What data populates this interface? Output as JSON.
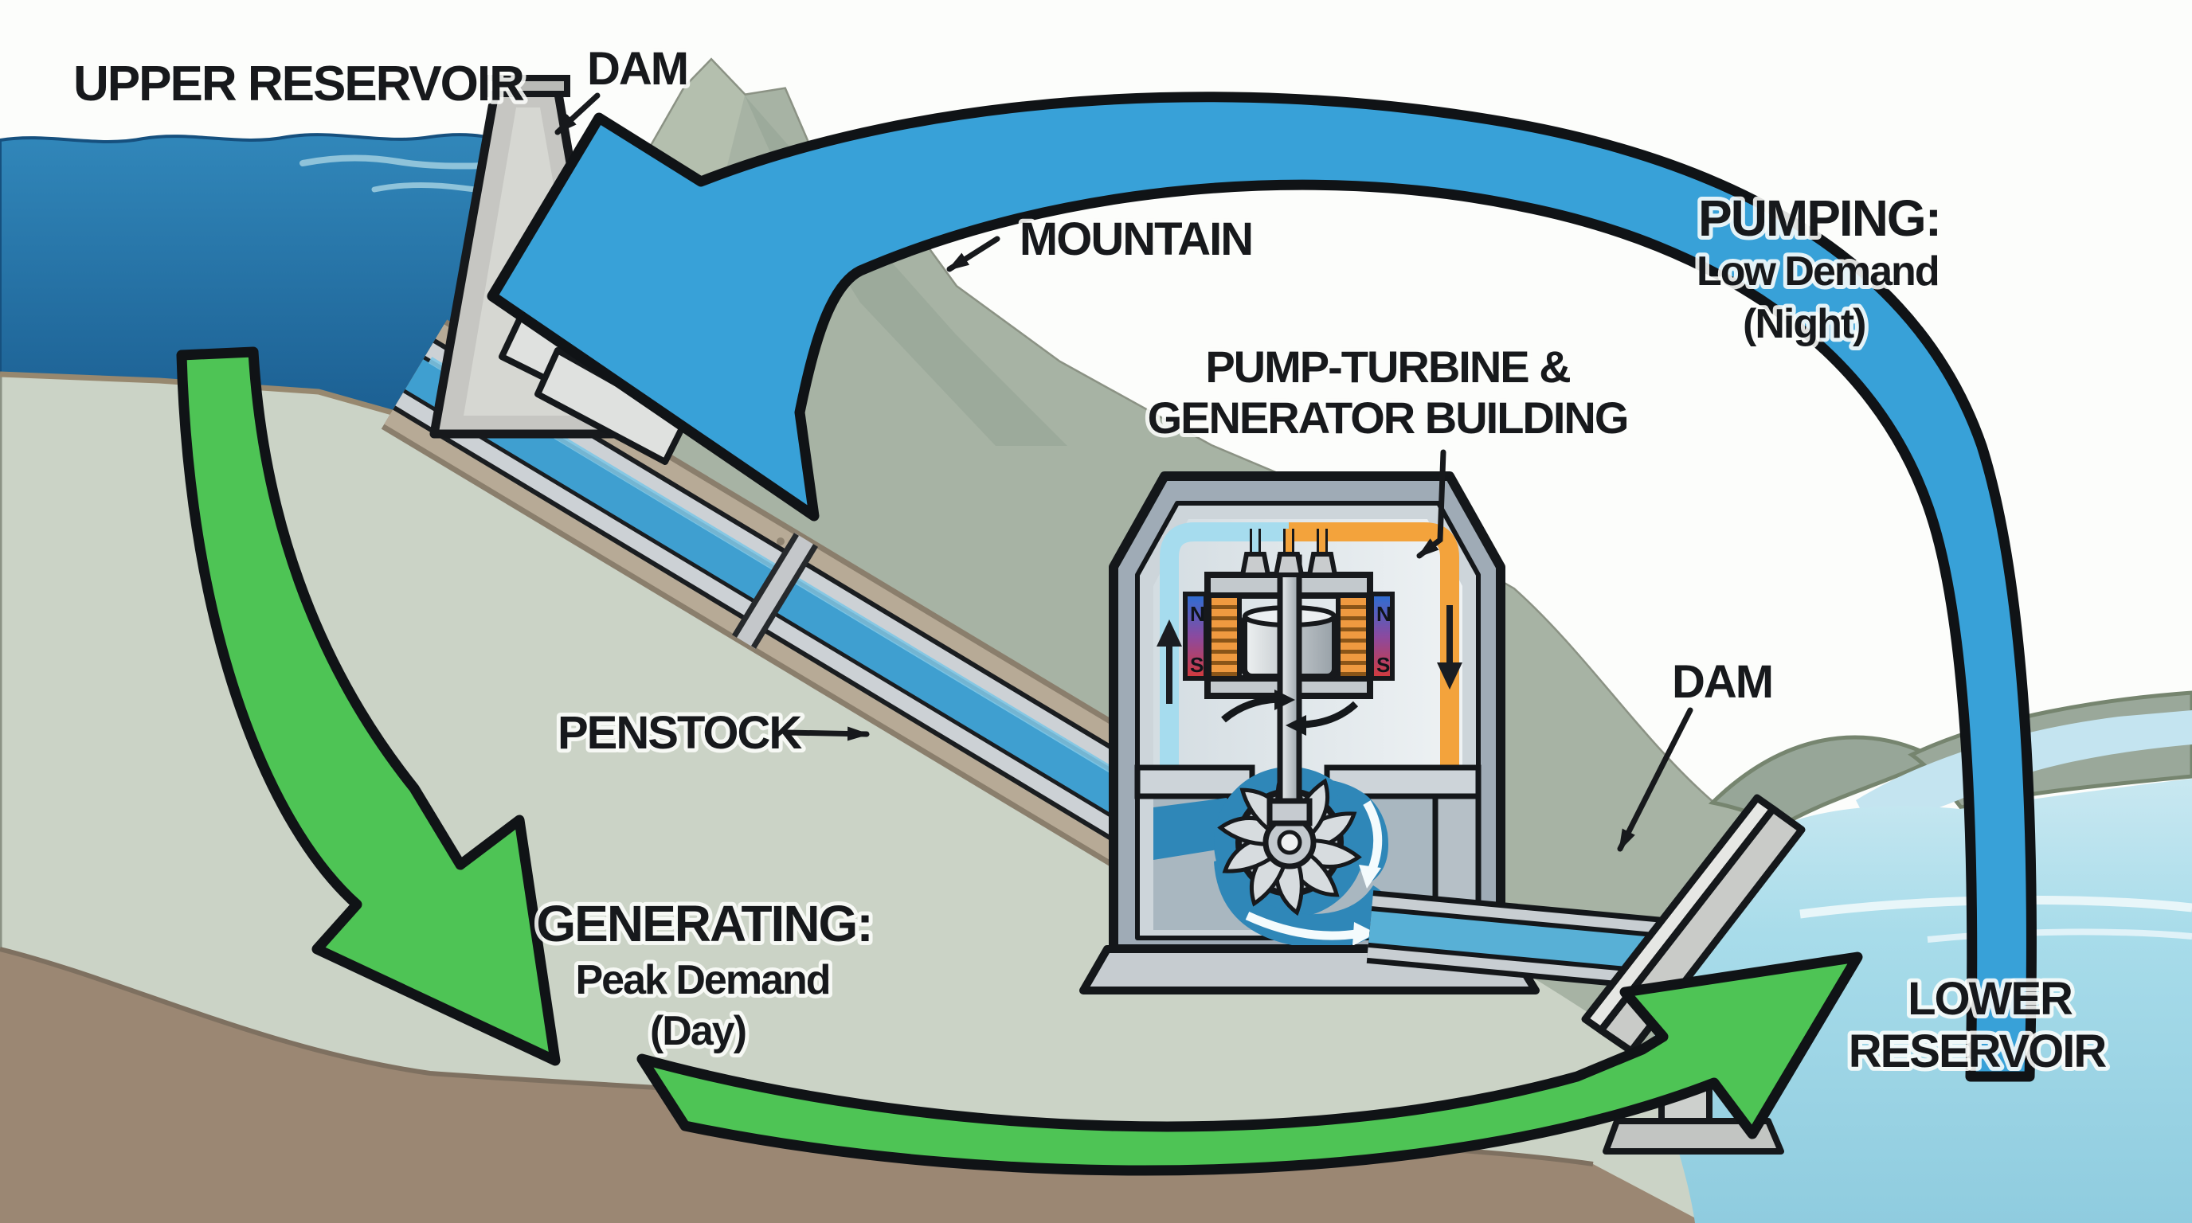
{
  "labels": {
    "upper_reservoir": "UPPER RESERVOIR",
    "dam_upper": "DAM",
    "mountain": "MOUNTAIN",
    "pump_turbine_line1": "PUMP-TURBINE &",
    "pump_turbine_line2": "GENERATOR BUILDING",
    "pumping": {
      "line1": "PUMPING:",
      "line2": "Low Demand",
      "line3": "(Night)"
    },
    "penstock": "PENSTOCK",
    "generating": {
      "line1": "GENERATING:",
      "line2": "Peak Demand",
      "line3": "(Day)"
    },
    "dam_lower": "DAM",
    "lower_reservoir_line1": "LOWER",
    "lower_reservoir_line2": "RESERVOIR",
    "magnet_pole_north": "N",
    "magnet_pole_south": "S"
  },
  "colors": {
    "pumping_arrow_fill": "#38a1d8",
    "pumping_text": "#1c6f9f",
    "generating_arrow_fill": "#4ec455",
    "generating_text": "#2b8a3e",
    "upper_reservoir_water": "#2579ad",
    "lower_reservoir_water": "#a8dcea",
    "mountain_light": "#cbd3c6",
    "mountain_dark": "#a7b3a4",
    "earth_brown": "#9b8773",
    "penstock_pipe_blue": "#3f9fd0",
    "duct_blue": "#a6dcee",
    "duct_orange": "#f3a33c",
    "coil_orange": "#ef9a40",
    "outline_black": "#14171a"
  }
}
